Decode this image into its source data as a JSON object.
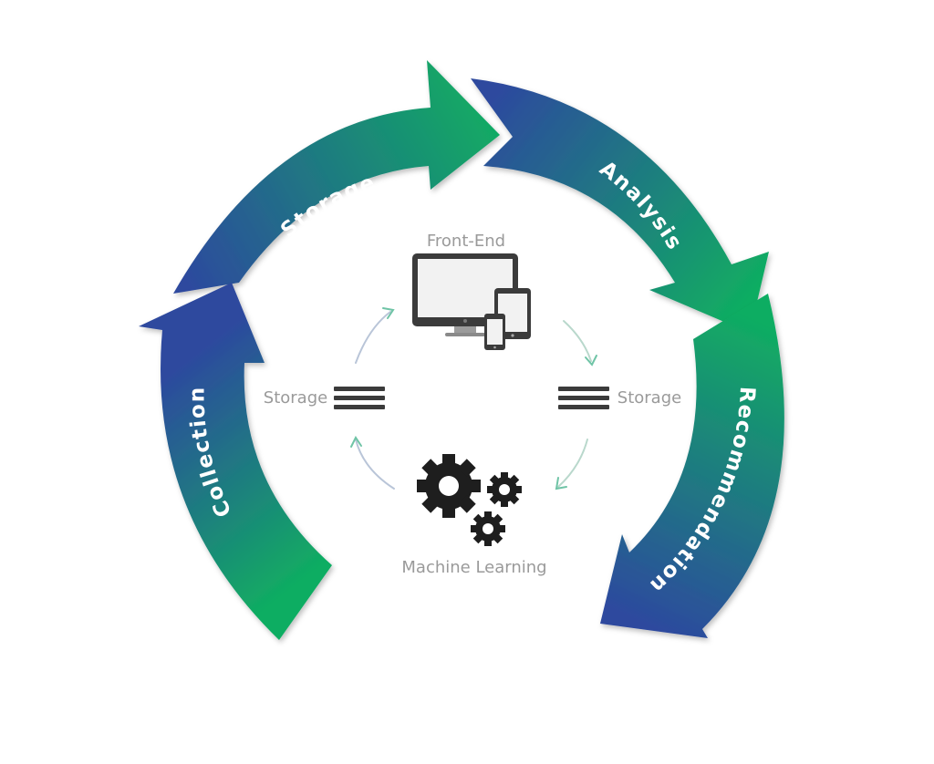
{
  "cycle": {
    "segments": [
      {
        "id": "collection",
        "label": "Collection"
      },
      {
        "id": "storage",
        "label": "Storage"
      },
      {
        "id": "analysis",
        "label": "Analysis"
      },
      {
        "id": "recommendation",
        "label": "Recommendation"
      }
    ]
  },
  "inner": {
    "front_end": "Front-End",
    "storage_left": "Storage",
    "storage_right": "Storage",
    "machine_learning": "Machine Learning"
  },
  "colors": {
    "blue": "#2e4f9c",
    "green": "#12ab62",
    "label": "#9a9a9a",
    "icon_dark": "#3a3a3a",
    "small_arrow": "#6fc4a6"
  },
  "icons": [
    "desktop-monitor-icon",
    "tablet-icon",
    "phone-icon",
    "stack-lines-icon",
    "gears-icon"
  ]
}
